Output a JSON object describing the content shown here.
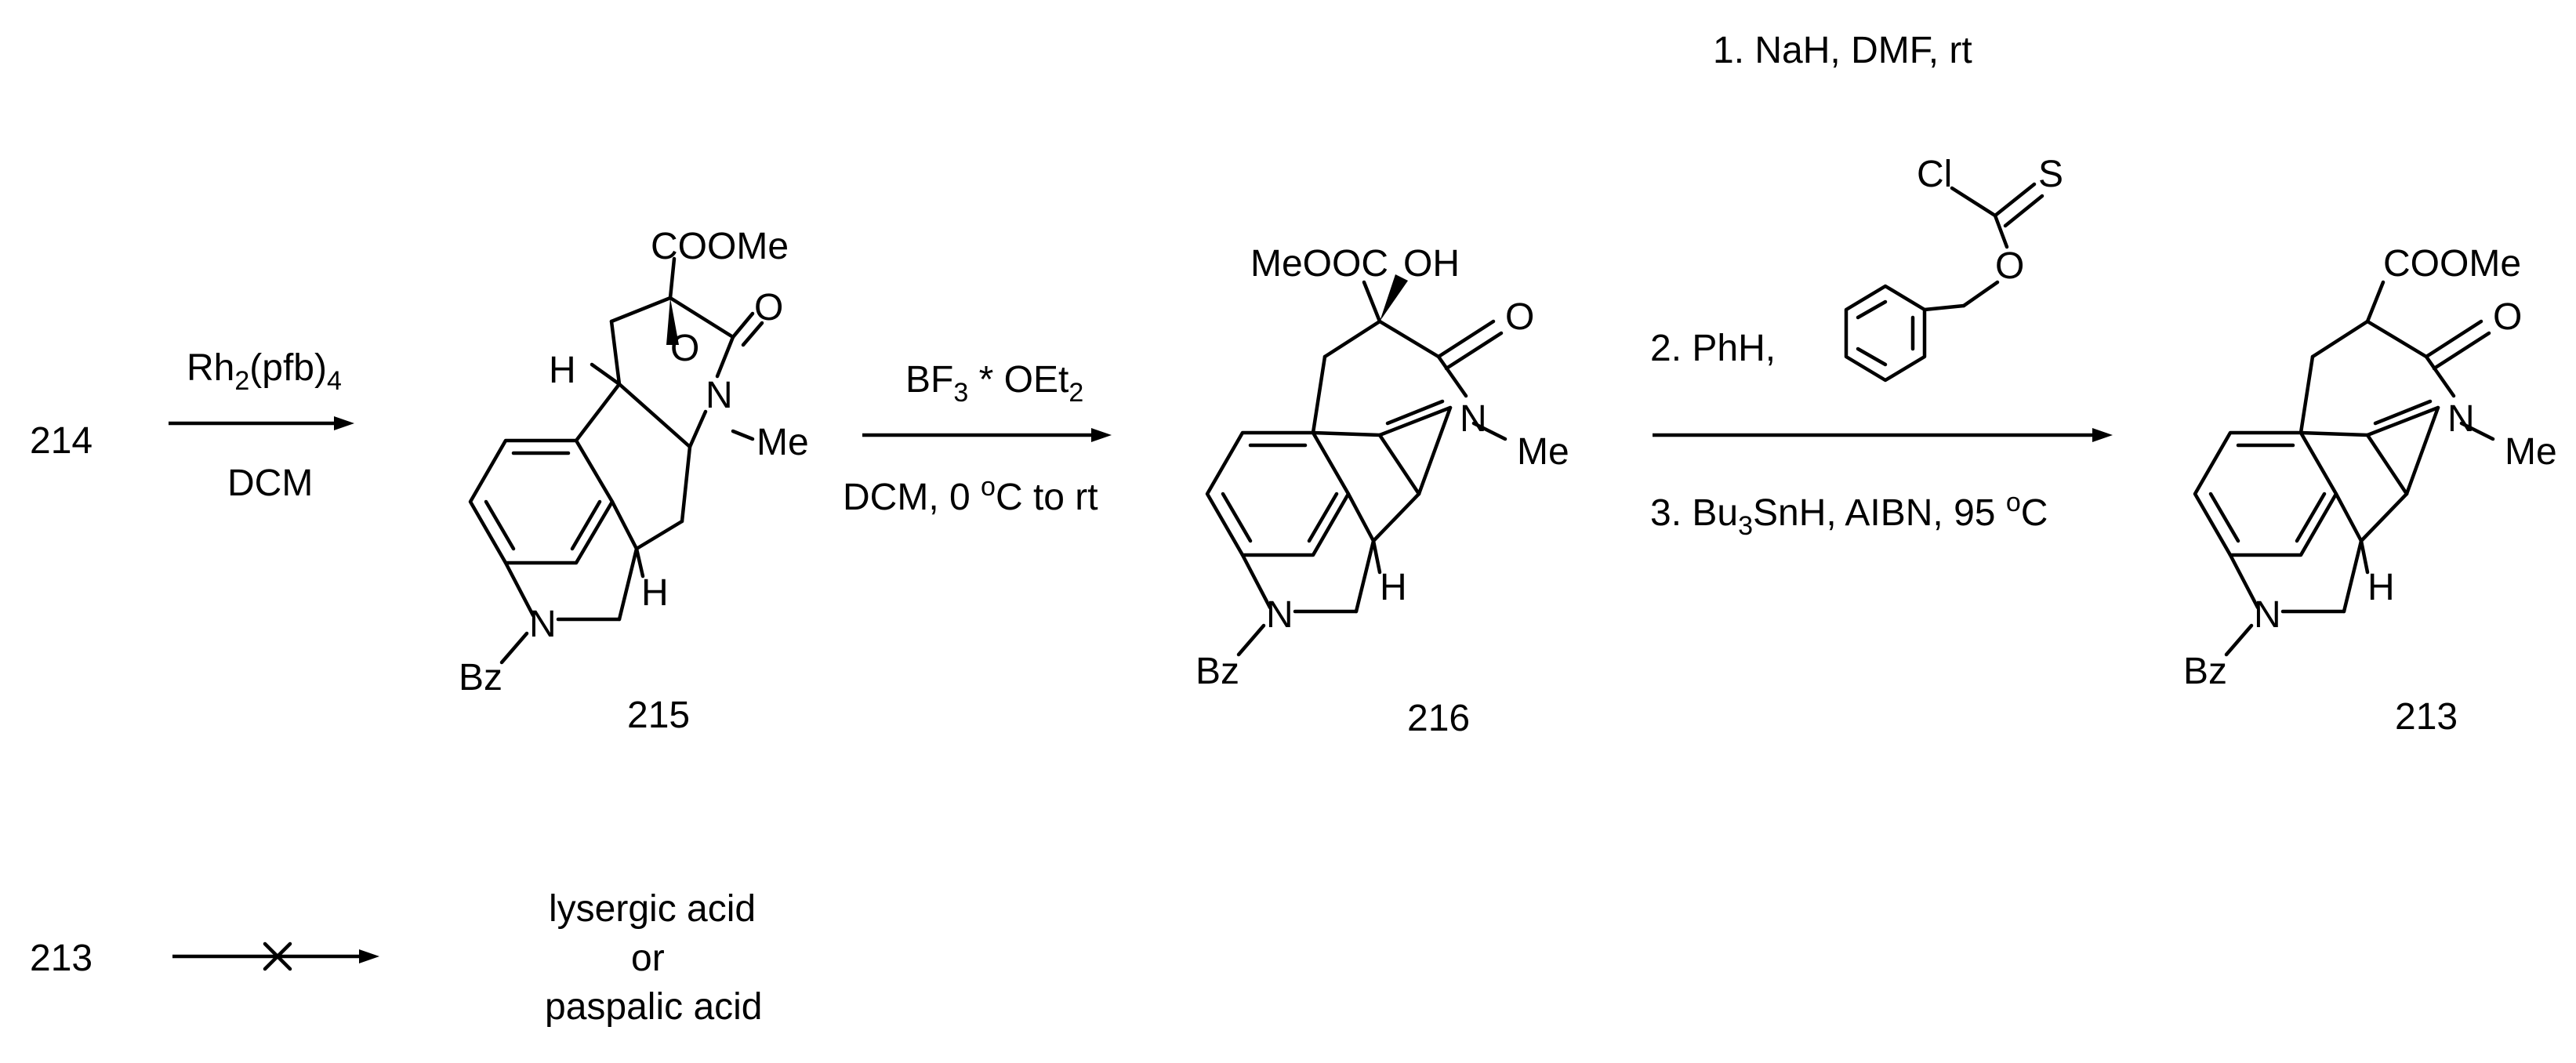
{
  "compounds": {
    "start": "214",
    "c215": "215",
    "c216": "216",
    "c213": "213",
    "row2_start": "213"
  },
  "step1": {
    "reagent_main": "Rh",
    "reagent_sub1": "2",
    "reagent_mid": "(pfb)",
    "reagent_sub2": "4",
    "solvent": "DCM"
  },
  "step2": {
    "reagent_main": "BF",
    "reagent_sub": "3",
    "reagent_rest": " * OEt",
    "reagent_sub2": "2",
    "conditions_pre": "DCM, 0 ",
    "conditions_sup": "o",
    "conditions_post": "C to rt"
  },
  "step3": {
    "line1": "1. NaH, DMF, rt",
    "line2": "2. PhH,",
    "line3_pre": "3. Bu",
    "line3_sub": "3",
    "line3_mid": "SnH, AIBN, 95 ",
    "line3_sup": "o",
    "line3_post": "C"
  },
  "reagent_struct": {
    "cl": "Cl",
    "s": "S",
    "o": "O"
  },
  "atoms": {
    "cooMe": "COOMe",
    "meooc": "MeOOC",
    "oh": "OH",
    "o": "O",
    "n": "N",
    "me": "Me",
    "h": "H",
    "bz": "Bz"
  },
  "failed": {
    "line1": "lysergic acid",
    "line2": "or",
    "line3": "paspalic acid"
  }
}
